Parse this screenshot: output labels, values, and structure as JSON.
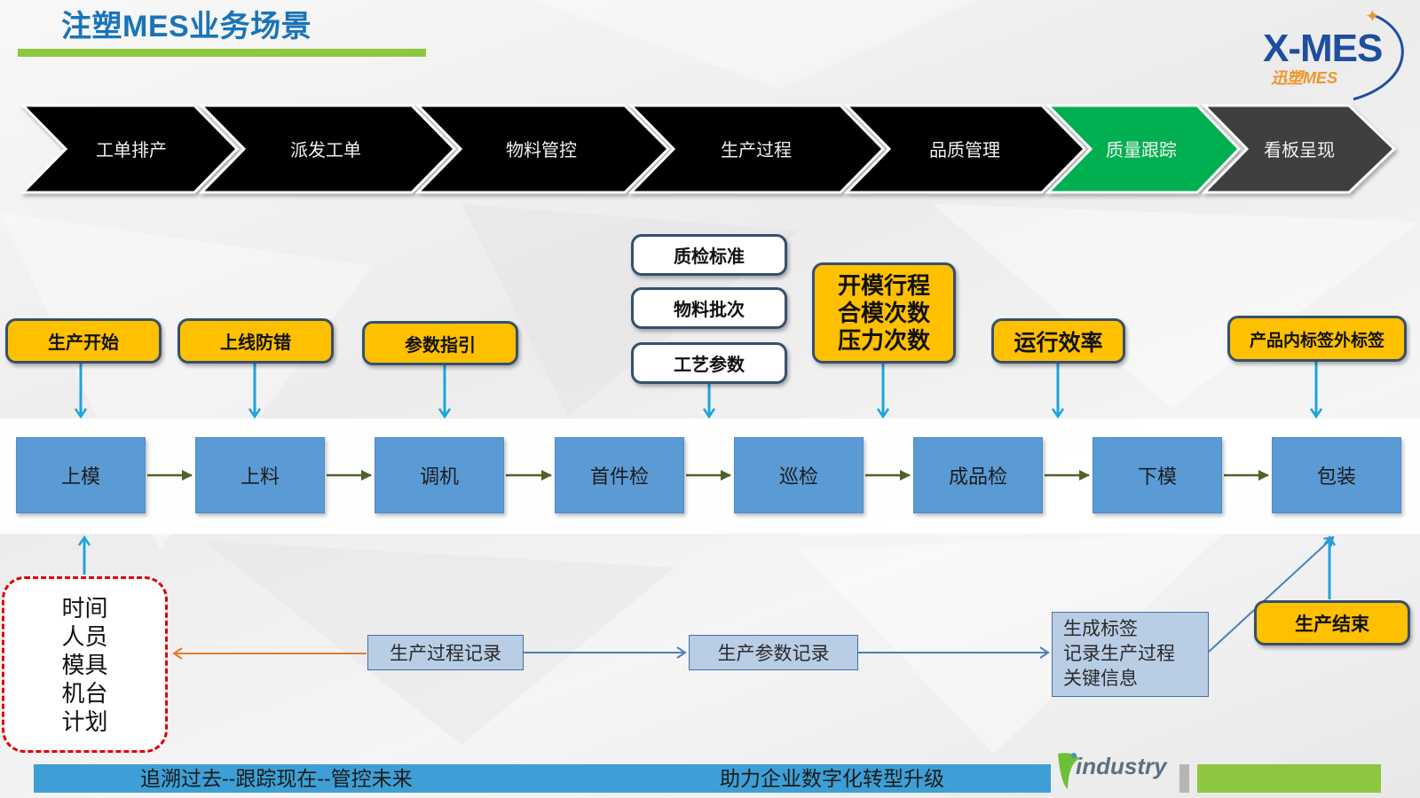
{
  "slide": {
    "title": "注塑MES业务场景"
  },
  "logo": {
    "main": "X-MES",
    "sub": "迅塑MES",
    "star": "✦"
  },
  "process_steps": [
    {
      "label": "工单排产",
      "color": "#000000"
    },
    {
      "label": "派发工单",
      "color": "#000000"
    },
    {
      "label": "物料管控",
      "color": "#000000"
    },
    {
      "label": "生产过程",
      "color": "#000000"
    },
    {
      "label": "品质管理",
      "color": "#000000"
    },
    {
      "label": "质量跟踪",
      "color": "#00b050"
    },
    {
      "label": "看板呈现",
      "color": "#3f3f3f"
    }
  ],
  "stations": [
    "上模",
    "上料",
    "调机",
    "首件检",
    "巡检",
    "成品检",
    "下模",
    "包装"
  ],
  "inputs": {
    "production_start": "生产开始",
    "online_error_proofing": "上线防错",
    "parameter_guide": "参数指引",
    "qc_standard": "质检标准",
    "material_batch": "物料批次",
    "process_parameters": "工艺参数",
    "mold_metrics": [
      "开模行程",
      "合模次数",
      "压力次数"
    ],
    "operating_efficiency": "运行效率",
    "product_labels": "产品内标签外标签"
  },
  "trace_factors": [
    "时间",
    "人员",
    "模具",
    "机台",
    "计划"
  ],
  "records": {
    "process_record": "生产过程记录",
    "parameter_record": "生产参数记录",
    "label_record": [
      "生成标签",
      "记录生产过程",
      "关键信息"
    ]
  },
  "production_end": "生产结束",
  "footer": {
    "slogan": "追溯过去--跟踪现在--管控未来",
    "tagline": "助力企业数字化转型升级",
    "brand": "industry"
  },
  "colors": {
    "title": "#1a74b8",
    "accent_green": "#8dc63f",
    "station": "#5b9bd5",
    "highlight": "#ffc000",
    "trace_border": "#e00000",
    "footer_bar": "#3d9fd5",
    "flow_arrow": "#4f6228",
    "input_arrow": "#1fa2e0"
  }
}
